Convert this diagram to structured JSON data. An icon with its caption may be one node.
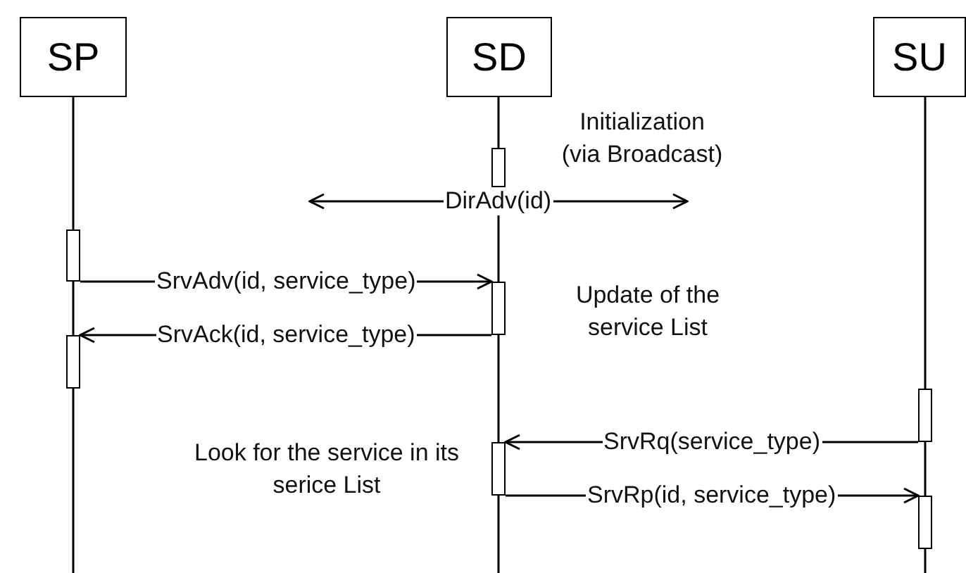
{
  "diagram": {
    "nodes": [
      {
        "text": [
          "SP"
        ]
      },
      {
        "text": [
          "SD"
        ]
      },
      {
        "text": [
          "SU"
        ]
      },
      {
        "text": [],
        "shape": "bar"
      },
      {
        "text": [],
        "shape": "bar"
      },
      {
        "text": [],
        "shape": "bar"
      },
      {
        "text": [],
        "shape": "bar"
      },
      {
        "text": [],
        "shape": "bar"
      },
      {
        "text": [],
        "shape": "bar"
      },
      {
        "text": [],
        "shape": "bar"
      }
    ],
    "edges": [
      {
        "from": 3,
        "to": null,
        "arrow": "to",
        "label": "DirAdv(id)"
      },
      {
        "from": 3,
        "to": null,
        "arrow": "to"
      },
      {
        "from": 4,
        "to": 5,
        "arrow": "to",
        "label": "SrvAdv(id, service_type)"
      },
      {
        "from": 5,
        "to": 6,
        "arrow": "to",
        "label": "SrvAck(id, service_type)"
      },
      {
        "from": 7,
        "to": 8,
        "arrow": "to",
        "label": "SrvRq(service_type)"
      },
      {
        "from": 8,
        "to": 9,
        "arrow": "to",
        "label": "SrvRp(id, service_type)"
      }
    ],
    "labels": [
      "Initialization (via Broadcast)",
      "Update of the service List",
      "Look for the service in its serice List"
    ]
  }
}
